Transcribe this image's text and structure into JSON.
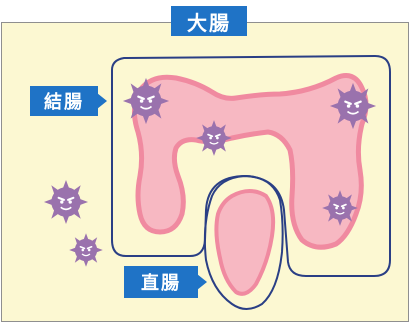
{
  "title": "大腸",
  "labels": {
    "colon": "結腸",
    "rectum": "直腸"
  },
  "icons": [
    "bacteria-icon",
    "bacteria-icon",
    "bacteria-icon",
    "bacteria-icon",
    "bacteria-icon",
    "bacteria-icon"
  ],
  "colors": {
    "background": "#fcf8d2",
    "border": "#8f8f8f",
    "intestine_fill": "#f7b8c2",
    "intestine_outline": "#f08aa0",
    "region_outline": "#2a3f85",
    "label_bg": "#1f73c6",
    "bacteria": "#9a72ad"
  }
}
